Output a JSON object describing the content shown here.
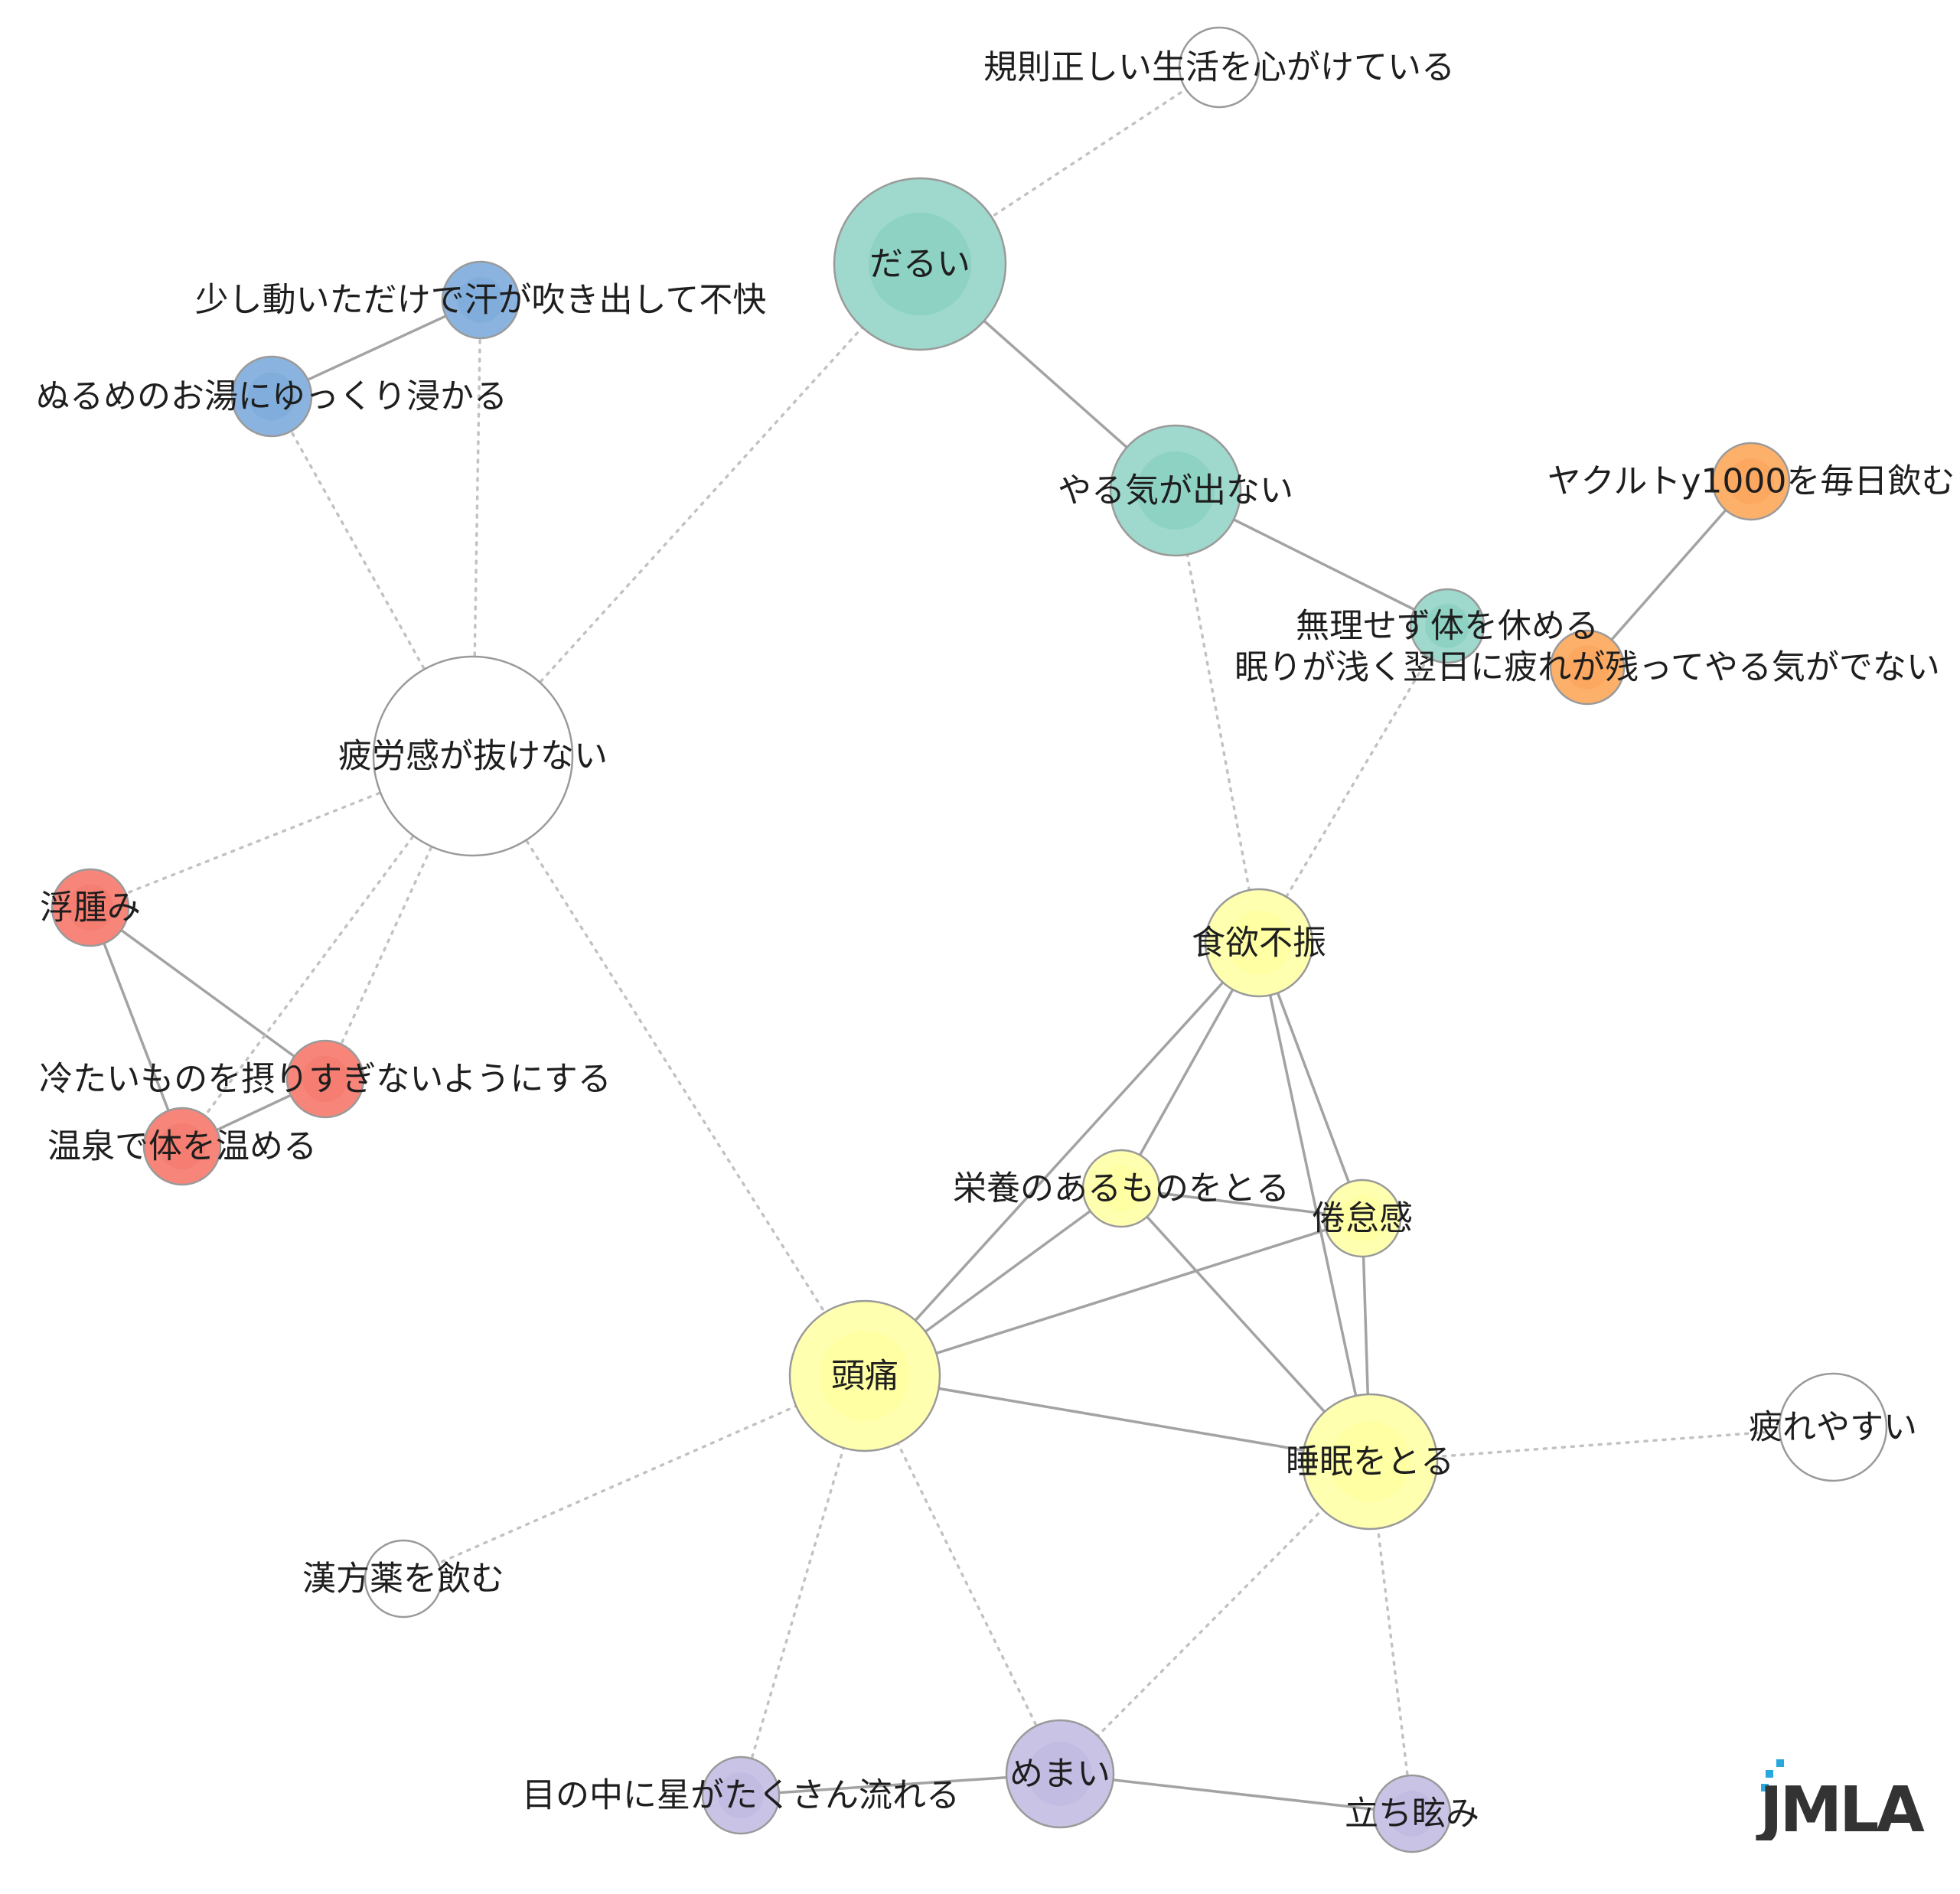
{
  "logo": {
    "text": "JMLA",
    "accent": "#29a8e0"
  },
  "colors": {
    "teal": "#9fd8cc",
    "teal_core": "#7fcdbc",
    "blue": "#8ab4df",
    "blue_core": "#7aa8d8",
    "orange": "#fdb06a",
    "orange_core": "#fca35a",
    "red": "#f7857a",
    "red_core": "#f4766a",
    "yellow": "#ffffb0",
    "yellow_core": "#ffff99",
    "purple": "#c9c4e6",
    "purple_core": "#bcb6e0",
    "white": "#ffffff",
    "edge_solid": "#a3a3a3",
    "edge_dotted": "#c2c2c2",
    "node_border": "#9a9a9a"
  },
  "nodes": [
    {
      "id": "kisoku",
      "label": "規則正しい生活を心がけている",
      "color": "white"
    },
    {
      "id": "darui",
      "label": "だるい",
      "color": "teal"
    },
    {
      "id": "ase",
      "label": "少し動いただけで汗が吹き出して不快",
      "color": "blue"
    },
    {
      "id": "nurume",
      "label": "ぬるめのお湯にゆっくり浸かる",
      "color": "blue"
    },
    {
      "id": "yaruki",
      "label": "やる気が出ない",
      "color": "teal"
    },
    {
      "id": "yakult",
      "label": "ヤクルトy1000を毎日飲む",
      "color": "orange"
    },
    {
      "id": "muri",
      "label": "無理せず体を休める",
      "color": "teal"
    },
    {
      "id": "nemuri",
      "label": "眠りが浅く翌日に疲れが残ってやる気がでない",
      "color": "orange"
    },
    {
      "id": "hirou",
      "label": "疲労感が抜けない",
      "color": "white"
    },
    {
      "id": "fushu",
      "label": "浮腫み",
      "color": "red"
    },
    {
      "id": "shokuyoku",
      "label": "食欲不振",
      "color": "yellow"
    },
    {
      "id": "tsumetai",
      "label": "冷たいものを摂りすぎないようにする",
      "color": "red"
    },
    {
      "id": "onsen",
      "label": "温泉で体を温める",
      "color": "red"
    },
    {
      "id": "eiyou",
      "label": "栄養のあるものをとる",
      "color": "yellow"
    },
    {
      "id": "kentai",
      "label": "倦怠感",
      "color": "yellow"
    },
    {
      "id": "zutsu",
      "label": "頭痛",
      "color": "yellow"
    },
    {
      "id": "suimin",
      "label": "睡眠をとる",
      "color": "yellow"
    },
    {
      "id": "tsukare",
      "label": "疲れやすい",
      "color": "white"
    },
    {
      "id": "kanpou",
      "label": "漢方薬を飲む",
      "color": "white"
    },
    {
      "id": "memai",
      "label": "めまい",
      "color": "purple"
    },
    {
      "id": "hoshi",
      "label": "目の中に星がたくさん流れる",
      "color": "purple"
    },
    {
      "id": "tachi",
      "label": "立ち眩み",
      "color": "purple"
    }
  ],
  "edges": [
    {
      "a": "ase",
      "b": "nurume",
      "style": "solid"
    },
    {
      "a": "darui",
      "b": "yaruki",
      "style": "solid"
    },
    {
      "a": "yaruki",
      "b": "muri",
      "style": "solid"
    },
    {
      "a": "yakult",
      "b": "nemuri",
      "style": "solid"
    },
    {
      "a": "fushu",
      "b": "tsumetai",
      "style": "solid"
    },
    {
      "a": "fushu",
      "b": "onsen",
      "style": "solid"
    },
    {
      "a": "tsumetai",
      "b": "onsen",
      "style": "solid"
    },
    {
      "a": "shokuyoku",
      "b": "eiyou",
      "style": "solid"
    },
    {
      "a": "shokuyoku",
      "b": "kentai",
      "style": "solid"
    },
    {
      "a": "shokuyoku",
      "b": "zutsu",
      "style": "solid"
    },
    {
      "a": "shokuyoku",
      "b": "suimin",
      "style": "solid"
    },
    {
      "a": "eiyou",
      "b": "kentai",
      "style": "solid"
    },
    {
      "a": "eiyou",
      "b": "zutsu",
      "style": "solid"
    },
    {
      "a": "eiyou",
      "b": "suimin",
      "style": "solid"
    },
    {
      "a": "kentai",
      "b": "zutsu",
      "style": "solid"
    },
    {
      "a": "kentai",
      "b": "suimin",
      "style": "solid"
    },
    {
      "a": "zutsu",
      "b": "suimin",
      "style": "solid"
    },
    {
      "a": "memai",
      "b": "hoshi",
      "style": "solid"
    },
    {
      "a": "memai",
      "b": "tachi",
      "style": "solid"
    },
    {
      "a": "kisoku",
      "b": "darui",
      "style": "dotted"
    },
    {
      "a": "hirou",
      "b": "darui",
      "style": "dotted"
    },
    {
      "a": "hirou",
      "b": "ase",
      "style": "dotted"
    },
    {
      "a": "hirou",
      "b": "nurume",
      "style": "dotted"
    },
    {
      "a": "hirou",
      "b": "fushu",
      "style": "dotted"
    },
    {
      "a": "hirou",
      "b": "tsumetai",
      "style": "dotted"
    },
    {
      "a": "hirou",
      "b": "onsen",
      "style": "dotted"
    },
    {
      "a": "hirou",
      "b": "zutsu",
      "style": "dotted"
    },
    {
      "a": "yaruki",
      "b": "shokuyoku",
      "style": "dotted"
    },
    {
      "a": "muri",
      "b": "shokuyoku",
      "style": "dotted"
    },
    {
      "a": "zutsu",
      "b": "kanpou",
      "style": "dotted"
    },
    {
      "a": "zutsu",
      "b": "hoshi",
      "style": "dotted"
    },
    {
      "a": "zutsu",
      "b": "memai",
      "style": "dotted"
    },
    {
      "a": "suimin",
      "b": "memai",
      "style": "dotted"
    },
    {
      "a": "suimin",
      "b": "tachi",
      "style": "dotted"
    },
    {
      "a": "suimin",
      "b": "tsukare",
      "style": "dotted"
    }
  ]
}
